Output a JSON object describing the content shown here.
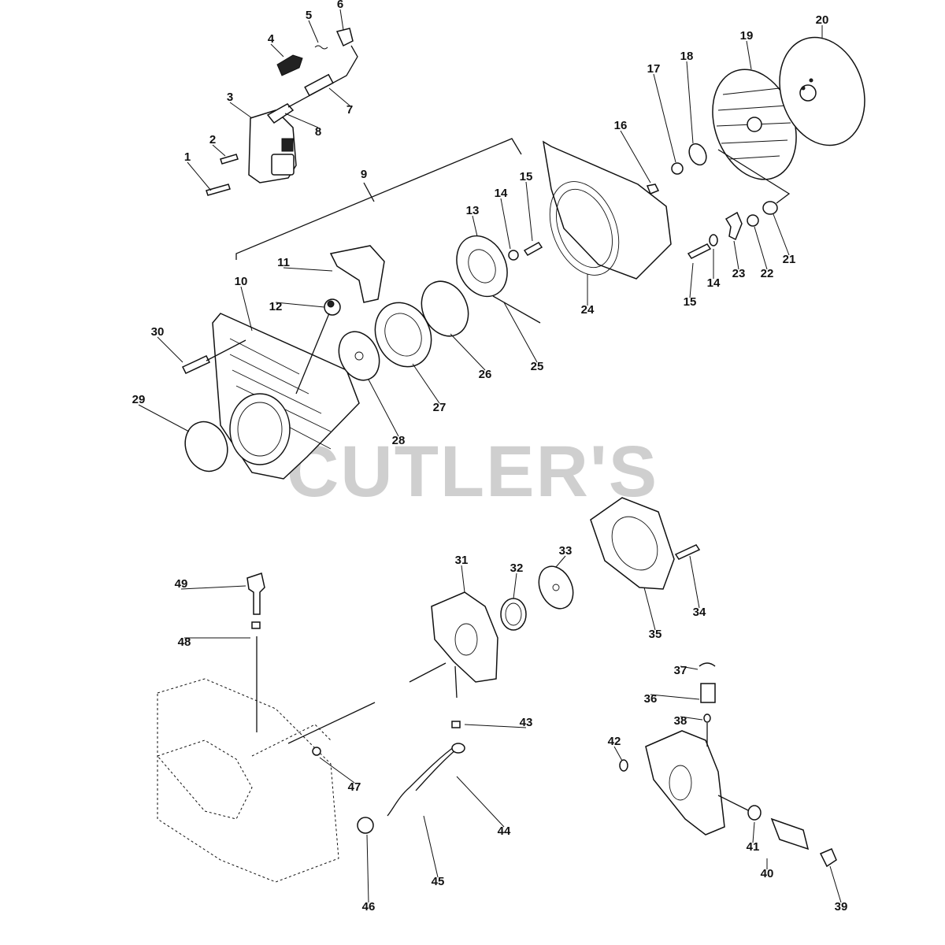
{
  "watermark": "CUTLER'S",
  "callout_numbers": [
    "1",
    "2",
    "3",
    "4",
    "5",
    "6",
    "7",
    "8",
    "9",
    "10",
    "11",
    "12",
    "13",
    "14",
    "15",
    "16",
    "17",
    "18",
    "19",
    "20",
    "21",
    "22",
    "23",
    "24",
    "25",
    "26",
    "27",
    "28",
    "29",
    "30",
    "31",
    "32",
    "33",
    "34",
    "35",
    "36",
    "37",
    "38",
    "39",
    "40",
    "41",
    "42",
    "43",
    "44",
    "45",
    "46",
    "47",
    "48",
    "49"
  ],
  "duplicate_callouts": [
    "14",
    "15"
  ],
  "colors": {
    "ink": "#111111",
    "background": "#ffffff",
    "watermark": "#cfcfcf"
  }
}
